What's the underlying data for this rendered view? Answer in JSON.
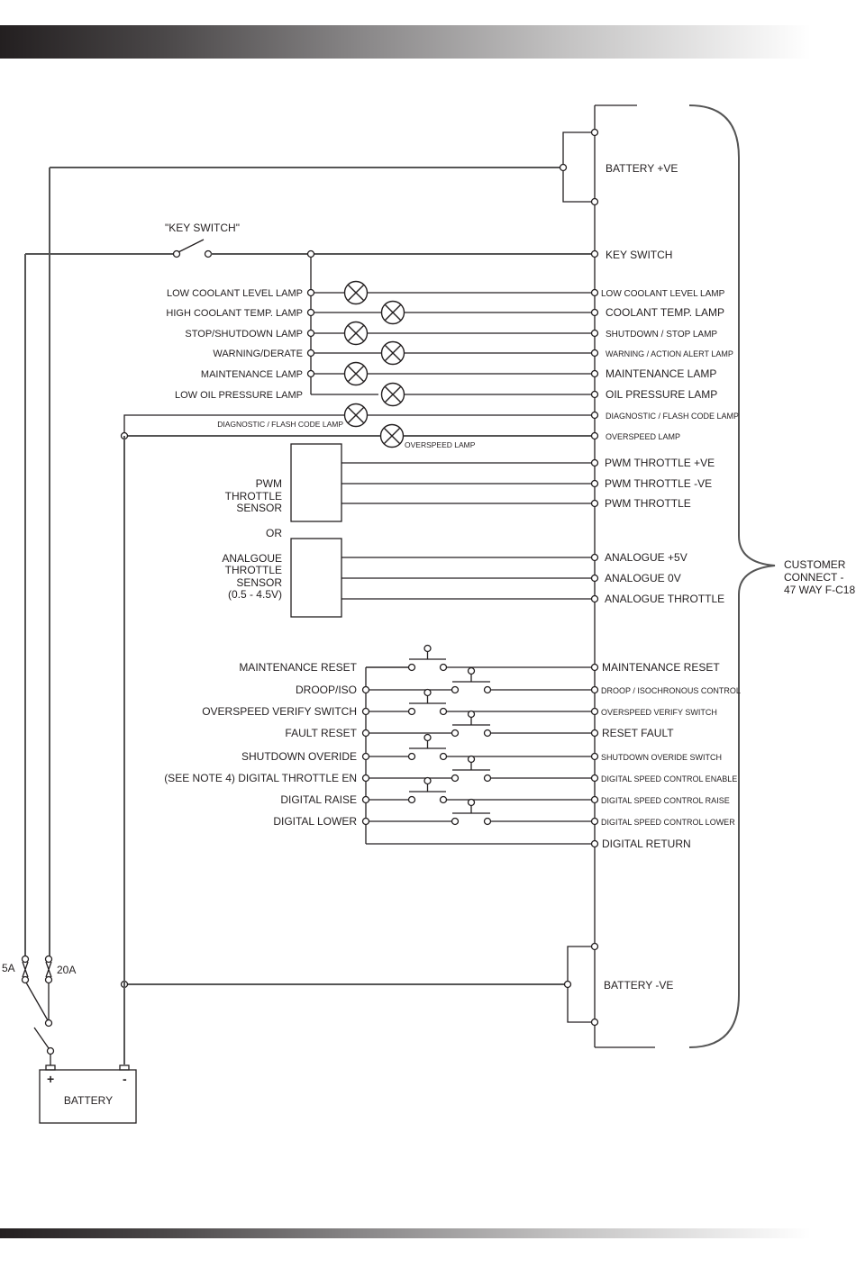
{
  "header_bar": {
    "style": "gradient",
    "color_start": "#231f20",
    "color_end": "#ffffff"
  },
  "footer_bar": {
    "style": "gradient",
    "color_start": "#231f20",
    "color_end": "#ffffff"
  },
  "connector": {
    "label_lines": [
      "CUSTOMER",
      "CONNECT -",
      "47 WAY F-C18"
    ]
  },
  "battery_pos_label": "BATTERY +VE",
  "battery_neg_label": "BATTERY -VE",
  "key_switch": {
    "switch_label": "\"KEY SWITCH\"",
    "pin_label": "KEY SWITCH"
  },
  "lamps": [
    {
      "left_label": "LOW COOLANT LEVEL  LAMP",
      "right_label": "LOW COOLANT LEVEL  LAMP"
    },
    {
      "left_label": "HIGH COOLANT TEMP. LAMP",
      "right_label": "COOLANT TEMP. LAMP"
    },
    {
      "left_label": "STOP/SHUTDOWN LAMP",
      "right_label": "SHUTDOWN / STOP LAMP"
    },
    {
      "left_label": "WARNING/DERATE",
      "right_label": "WARNING / ACTION ALERT LAMP"
    },
    {
      "left_label": "MAINTENANCE LAMP",
      "right_label": "MAINTENANCE LAMP"
    },
    {
      "left_label": "LOW OIL PRESSURE LAMP",
      "right_label": "OIL PRESSURE LAMP"
    },
    {
      "left_label": "DIAGNOSTIC / FLASH CODE LAMP",
      "right_label": "DIAGNOSTIC / FLASH CODE LAMP"
    },
    {
      "left_label": "OVERSPEED LAMP",
      "right_label": "OVERSPEED LAMP"
    }
  ],
  "pwm_sensor": {
    "label_lines": [
      "PWM",
      "THROTTLE",
      "SENSOR"
    ],
    "pins": [
      "PWM THROTTLE +VE",
      "PWM THROTTLE -VE",
      "PWM THROTTLE"
    ]
  },
  "or_label": "OR",
  "analogue_sensor": {
    "label_lines": [
      "ANALGOUE",
      "THROTTLE",
      "SENSOR",
      "(0.5 - 4.5V)"
    ],
    "pins": [
      "ANALOGUE +5V",
      "ANALOGUE 0V",
      "ANALOGUE THROTTLE"
    ]
  },
  "switches": [
    {
      "left_label": "MAINTENANCE RESET",
      "right_label": "MAINTENANCE RESET"
    },
    {
      "left_label": "DROOP/ISO",
      "right_label": "DROOP / ISOCHRONOUS CONTROL"
    },
    {
      "left_label": "OVERSPEED VERIFY SWITCH",
      "right_label": "OVERSPEED VERIFY SWITCH"
    },
    {
      "left_label": "FAULT RESET",
      "right_label": "RESET FAULT"
    },
    {
      "left_label": "SHUTDOWN OVERIDE",
      "right_label": "SHUTDOWN OVERIDE SWITCH"
    },
    {
      "left_label": "(SEE NOTE 4) DIGITAL THROTTLE EN",
      "right_label": "DIGITAL SPEED CONTROL ENABLE"
    },
    {
      "left_label": "DIGITAL RAISE",
      "right_label": "DIGITAL SPEED CONTROL RAISE"
    },
    {
      "left_label": "DIGITAL LOWER",
      "right_label": "DIGITAL SPEED CONTROL LOWER"
    }
  ],
  "digital_return_label": "DIGITAL RETURN",
  "fuses": [
    {
      "label": "5A"
    },
    {
      "label": "20A"
    }
  ],
  "battery": {
    "label": "BATTERY",
    "pos_symbol": "+",
    "neg_symbol": "-"
  }
}
